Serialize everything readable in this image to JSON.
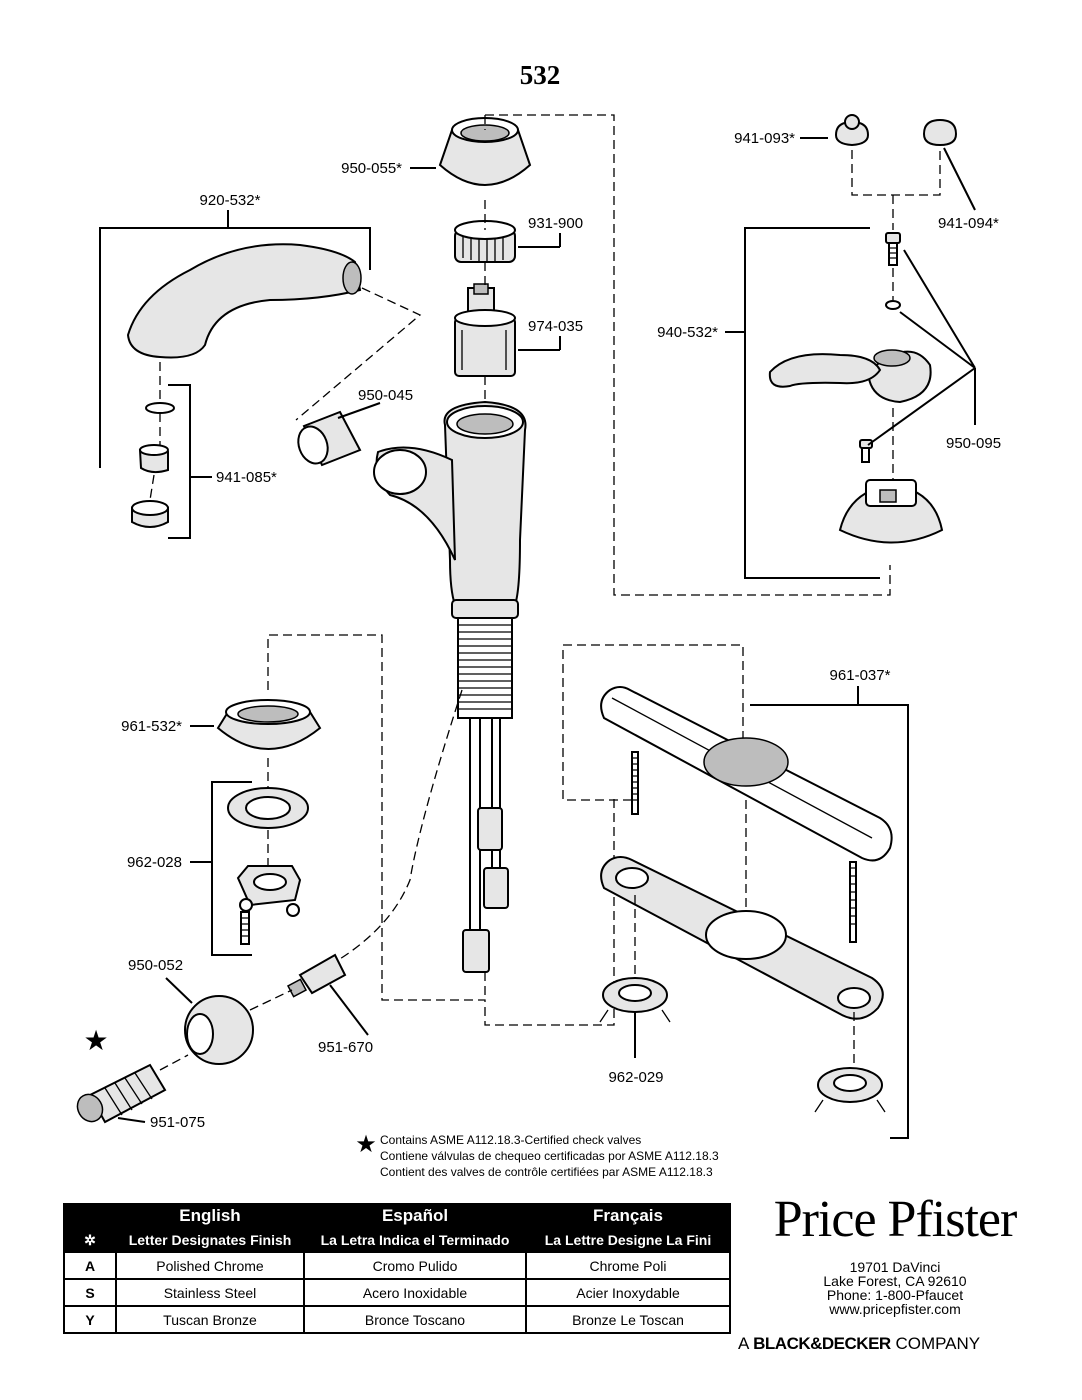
{
  "model_number": "532",
  "parts": {
    "p950_055": "950-055*",
    "p931_900": "931-900",
    "p974_035": "974-035",
    "p920_532": "920-532*",
    "p950_045": "950-045",
    "p941_085": "941-085*",
    "p941_093": "941-093*",
    "p941_094": "941-094*",
    "p940_532": "940-532*",
    "p950_095": "950-095",
    "p961_532": "961-532*",
    "p962_028": "962-028",
    "p950_052": "950-052",
    "p951_670": "951-670",
    "p951_075": "951-075",
    "p961_037": "961-037*",
    "p962_029": "962-029"
  },
  "note": {
    "symbol": "★",
    "line1": "Contains ASME A112.18.3-Certified check valves",
    "line2": "Contiene válvulas de chequeo certificadas por ASME A112.18.3",
    "line3": "Contient des valves de contrôle certifiées par ASME A112.18.3"
  },
  "finish_table": {
    "marker": "✲",
    "headers": [
      {
        "language": "English",
        "subtitle": "Letter Designates Finish"
      },
      {
        "language": "Español",
        "subtitle": "La Letra Indica el Terminado"
      },
      {
        "language": "Français",
        "subtitle": "La Lettre Designe La Fini"
      }
    ],
    "rows": [
      {
        "code": "A",
        "english": "Polished Chrome",
        "spanish": "Cromo Pulido",
        "french": "Chrome Poli"
      },
      {
        "code": "S",
        "english": "Stainless Steel",
        "spanish": "Acero Inoxidable",
        "french": "Acier Inoxydable"
      },
      {
        "code": "Y",
        "english": "Tuscan Bronze",
        "spanish": "Bronce Toscano",
        "french": "Bronze Le Toscan"
      }
    ]
  },
  "brand": {
    "name": "Price Pfister",
    "address1": "19701 DaVinci",
    "address2": "Lake Forest, CA 92610",
    "phone": "Phone: 1-800-Pfaucet",
    "website": "www.pricepfister.com",
    "company_prefix": "A",
    "company_name": "BLACK&DECKER",
    "company_suffix": "COMPANY"
  }
}
